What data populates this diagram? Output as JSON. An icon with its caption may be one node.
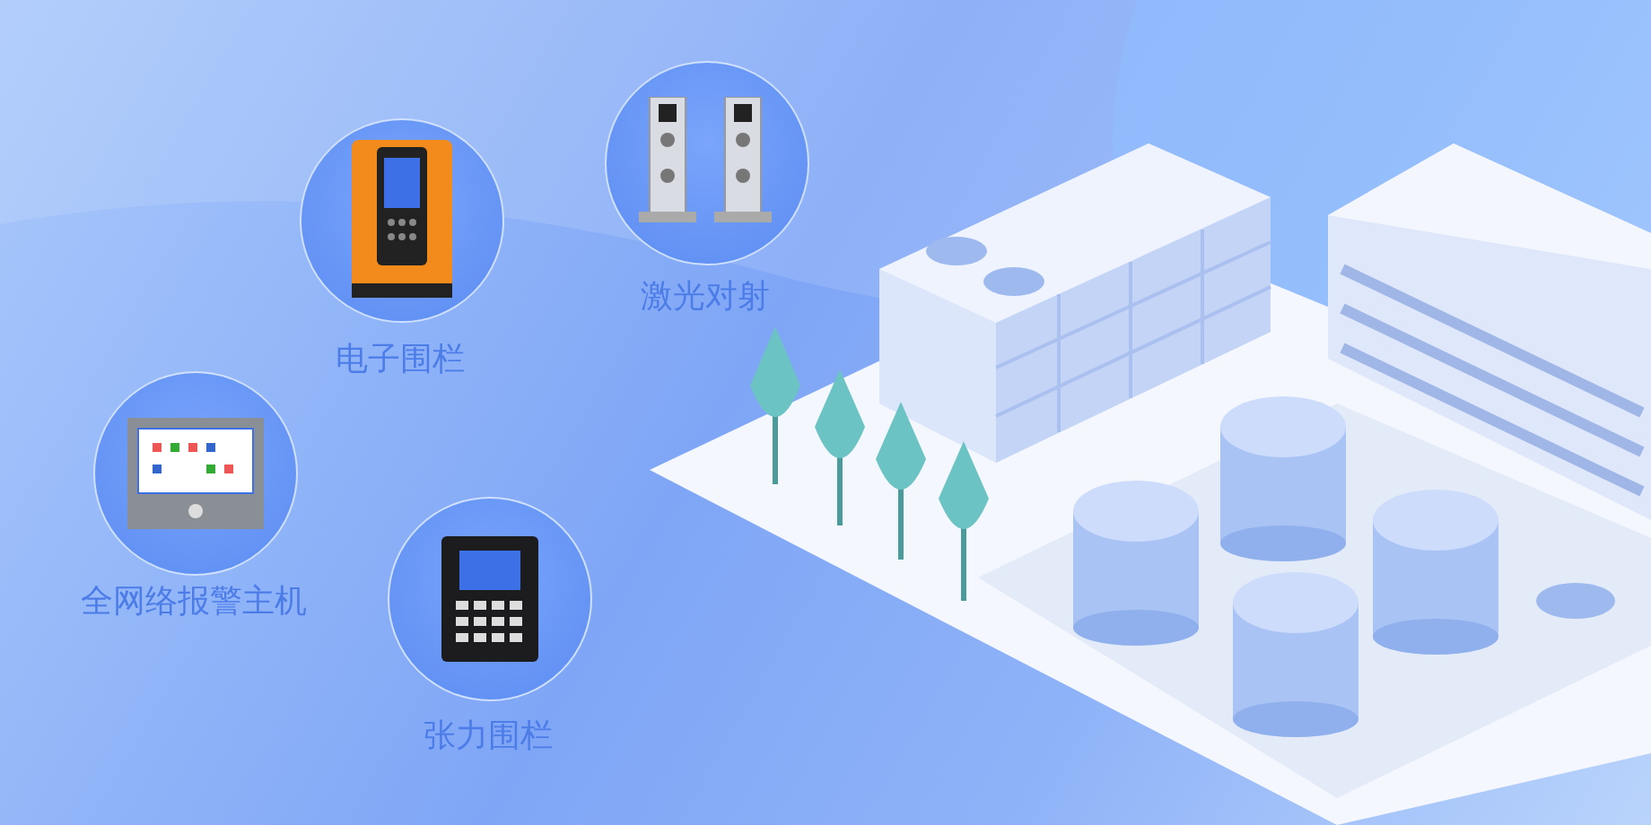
{
  "diagram": {
    "nodes": [
      {
        "text": [
          "电子围栏"
        ]
      },
      {
        "text": [
          "激光对射"
        ]
      },
      {
        "text": [
          "全网络报警主机"
        ]
      },
      {
        "text": [
          "张力围栏"
        ]
      }
    ],
    "edges": []
  }
}
